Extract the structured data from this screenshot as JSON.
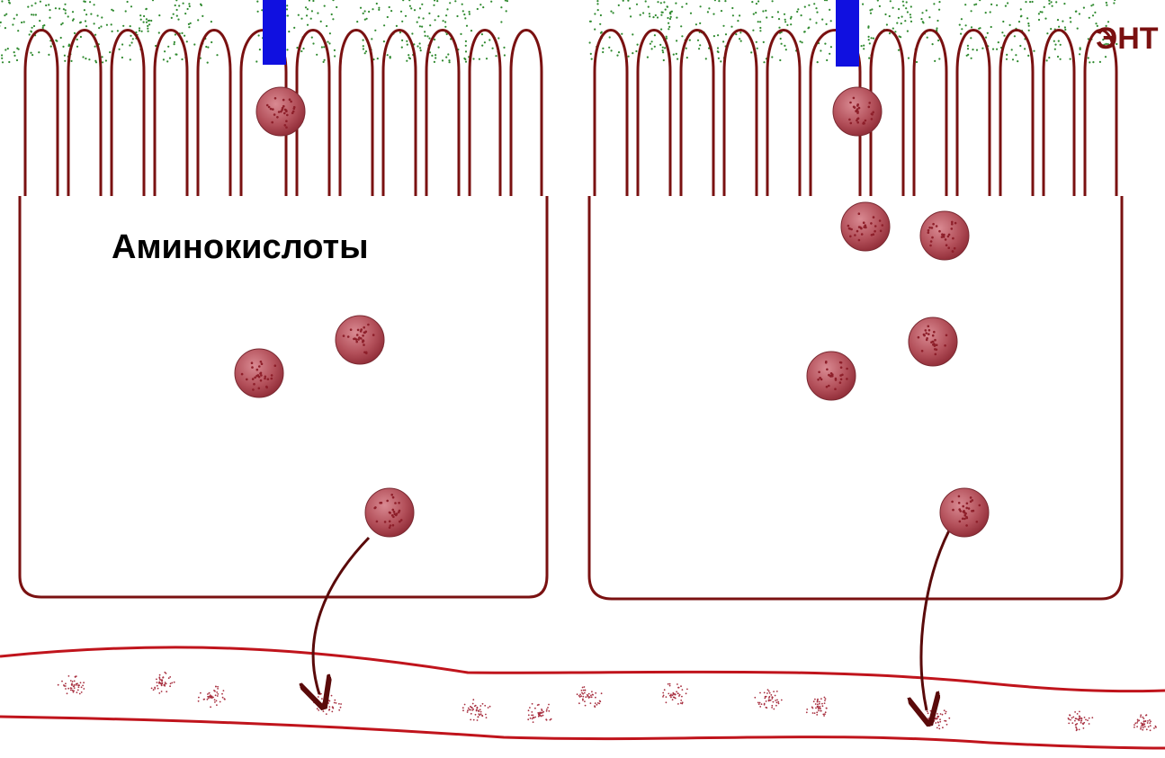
{
  "labels": {
    "amino_acids": "Аминокислоты",
    "corner": "ЭНТ"
  },
  "colors": {
    "membrane": "#7a1111",
    "vessel": "#c0141c",
    "transporter": "#1010e0",
    "glycocalyx": "#2f8a2f",
    "amino_acid_fill": "#b3505a",
    "amino_acid_core": "#8e1f2a",
    "corner_text": "#7a1010",
    "label_text": "#000000"
  },
  "cells": [
    {
      "id": "enterocyte-left",
      "amino_acids_inside": 3,
      "exported": 1
    },
    {
      "id": "enterocyte-right",
      "amino_acids_inside": 5,
      "exported": 1
    }
  ]
}
